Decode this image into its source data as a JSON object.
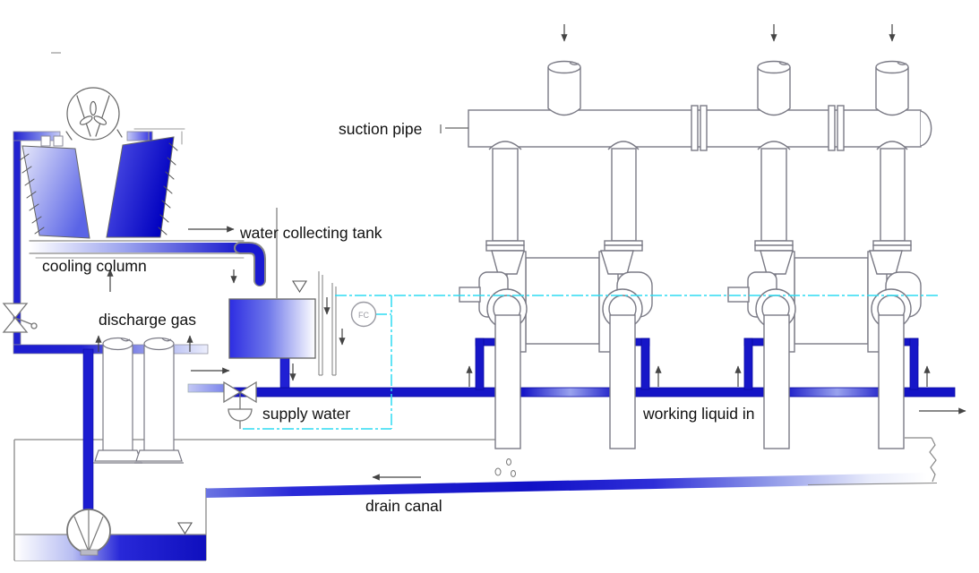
{
  "diagram": {
    "labels": {
      "suction_pipe": "suction pipe",
      "water_collecting_tank": "water collecting tank",
      "cooling_column": "cooling column",
      "discharge_gas": "discharge gas",
      "supply_water": "supply water",
      "working_liquid_in": "working liquid in",
      "drain_canal": "drain canal",
      "flow_controller": "FC"
    },
    "colors": {
      "pipe_blue": "#1c1cd0",
      "deep_blue": "#0f0fbe",
      "light_blue": "#aab2f0",
      "control_cyan": "#2edcf2",
      "outline_gray": "#7a7a85",
      "text_black": "#111111",
      "background": "#ffffff"
    },
    "components": {
      "cooling_tower": [
        "fan-icon",
        "fill-pack-left",
        "fill-pack-right",
        "collection-tray"
      ],
      "valves": [
        "manual-valve",
        "supply-control-valve"
      ],
      "instruments": [
        "flow-controller"
      ],
      "vacuum_pumps": 2,
      "discharge_stacks": 2,
      "suction_inlets": 3,
      "circulation_pump": 1
    }
  }
}
